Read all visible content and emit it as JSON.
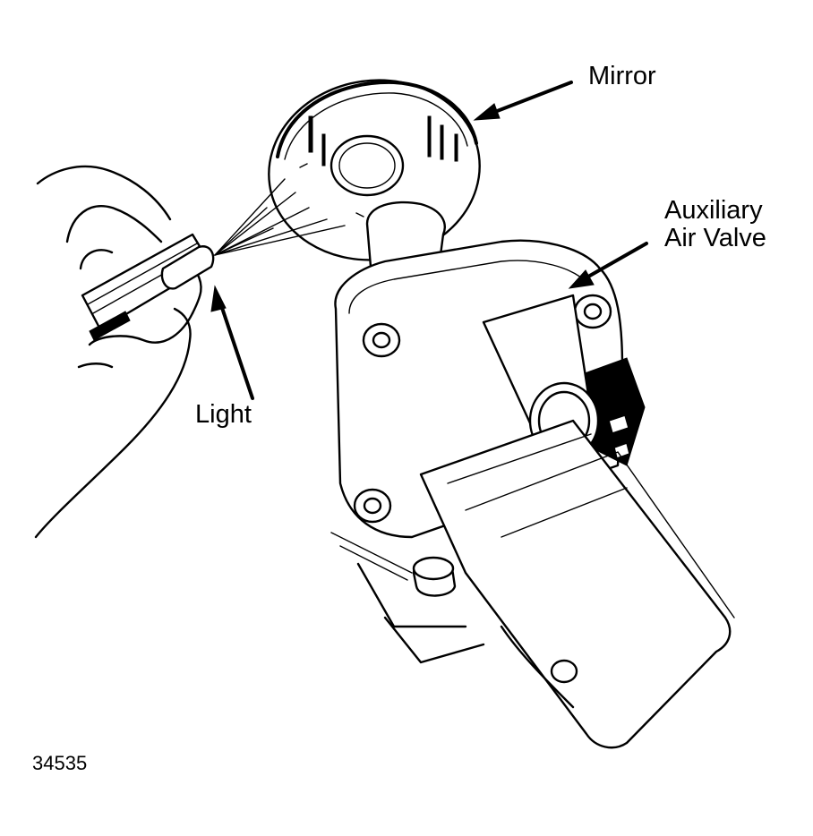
{
  "labels": {
    "mirror": "Mirror",
    "auxiliary_air_valve_line1": "Auxiliary",
    "auxiliary_air_valve_line2": "Air Valve",
    "light": "Light",
    "figure_number": "34535"
  },
  "colors": {
    "ink": "#000000",
    "background": "#ffffff"
  }
}
